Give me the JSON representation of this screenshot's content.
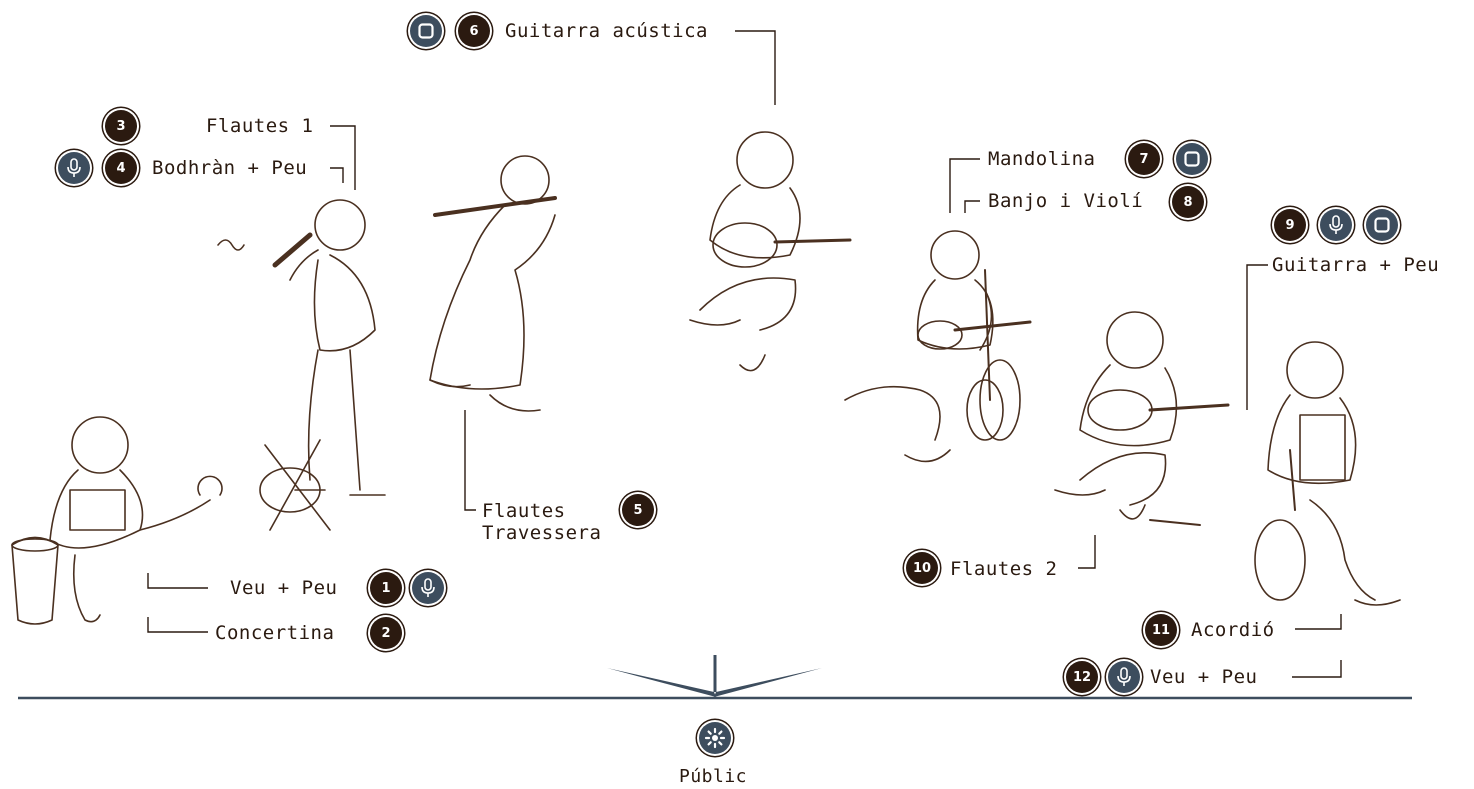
{
  "labels": {
    "guitarra_acustica": "Guitarra acústica",
    "flautes_1": "Flautes 1",
    "bodhran": "Bodhràn + Peu",
    "mandolina": "Mandolina",
    "banjo_violi": "Banjo i Violí",
    "guitarra_peu": "Guitarra + Peu",
    "flautes_travessera": "Flautes Travessera",
    "veu_peu_1": "Veu + Peu",
    "concertina": "Concertina",
    "flautes_2": "Flautes 2",
    "acordio": "Acordió",
    "veu_peu_2": "Veu + Peu",
    "public": "Públic"
  },
  "badges": {
    "b1": "1",
    "b2": "2",
    "b3": "3",
    "b4": "4",
    "b5": "5",
    "b6": "6",
    "b7": "7",
    "b8": "8",
    "b9": "9",
    "b10": "10",
    "b11": "11",
    "b12": "12"
  },
  "icons": {
    "microphone": "microphone-icon",
    "di_box": "di-box-icon",
    "audience": "audience-icon"
  },
  "colors": {
    "badge": "#2b1a10",
    "icon_fill": "#3d4d5e",
    "stage_line": "#3d4d5e",
    "ink": "#2a1a10"
  }
}
